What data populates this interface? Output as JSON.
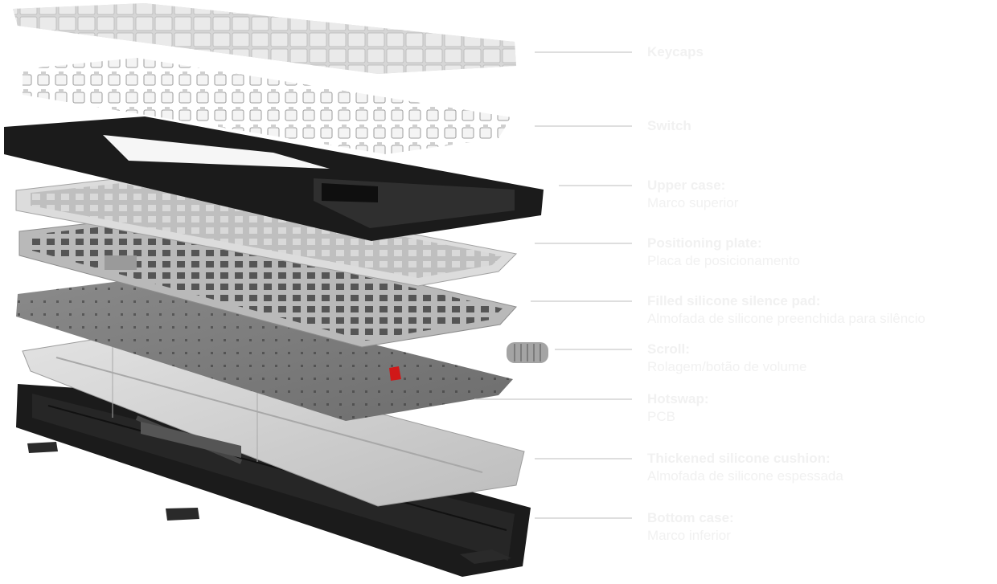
{
  "colors": {
    "label_text": "#f1f1f1",
    "leader_line": "#d4d4d4",
    "keycap": "#d9d9d9",
    "case_dark": "#1b1b1b",
    "plate_gray": "#9a9a9a",
    "accent_red": "#d01818"
  },
  "layers": [
    {
      "title": "Keycaps",
      "subtitle": ""
    },
    {
      "title": "Switch",
      "subtitle": ""
    },
    {
      "title": "Upper case:",
      "subtitle": "Marco superior"
    },
    {
      "title": "Positioning plate:",
      "subtitle": "Placa de posicionamento"
    },
    {
      "title": "Filled silicone silence pad:",
      "subtitle": "Almofada de silicone preenchida para silêncio"
    },
    {
      "title": "Scroll:",
      "subtitle": "Rolagem/botão de volume"
    },
    {
      "title": "Hotswap:",
      "subtitle": "PCB"
    },
    {
      "title": "Thickened silicone cushion:",
      "subtitle": "Almofada de silicone espessada"
    },
    {
      "title": "Bottom case:",
      "subtitle": "Marco inferior"
    }
  ]
}
